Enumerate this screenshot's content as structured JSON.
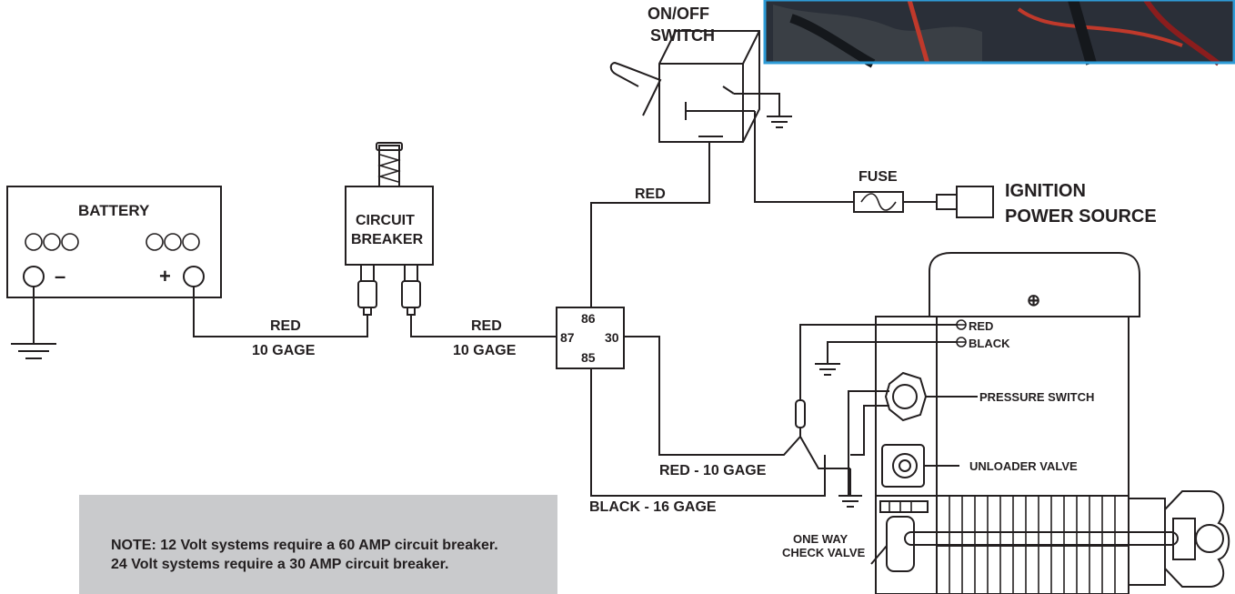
{
  "labels": {
    "battery": "BATTERY",
    "battery_neg": "–",
    "battery_pos": "+",
    "circuit_breaker_1": "CIRCUIT",
    "circuit_breaker_2": "BREAKER",
    "on_off_1": "ON/OFF",
    "on_off_2": "SWITCH",
    "fuse": "FUSE",
    "ignition_1": "IGNITION",
    "ignition_2": "POWER SOURCE",
    "relay_86": "86",
    "relay_87": "87",
    "relay_30": "30",
    "relay_85": "85",
    "wire_red_1": "RED",
    "wire_10gage_1": "10 GAGE",
    "wire_red_2": "RED",
    "wire_10gage_2": "10 GAGE",
    "wire_red_switch": "RED",
    "wire_red_10gage": "RED - 10 GAGE",
    "wire_black_16gage": "BLACK - 16 GAGE",
    "motor_red": "RED",
    "motor_black": "BLACK",
    "pressure_switch": "PRESSURE SWITCH",
    "unloader_valve": "UNLOADER VALVE",
    "check_valve_1": "ONE WAY",
    "check_valve_2": "CHECK VALVE",
    "motor_symbol": "⊕"
  },
  "note": {
    "label": "NOTE:",
    "line1": "12 Volt systems require a 60 AMP circuit breaker.",
    "line2": "24 Volt systems require a 30 AMP circuit breaker."
  },
  "colors": {
    "ink": "#231f20",
    "note_bg": "#c9cacc",
    "photo_border": "#2e9bd6"
  }
}
